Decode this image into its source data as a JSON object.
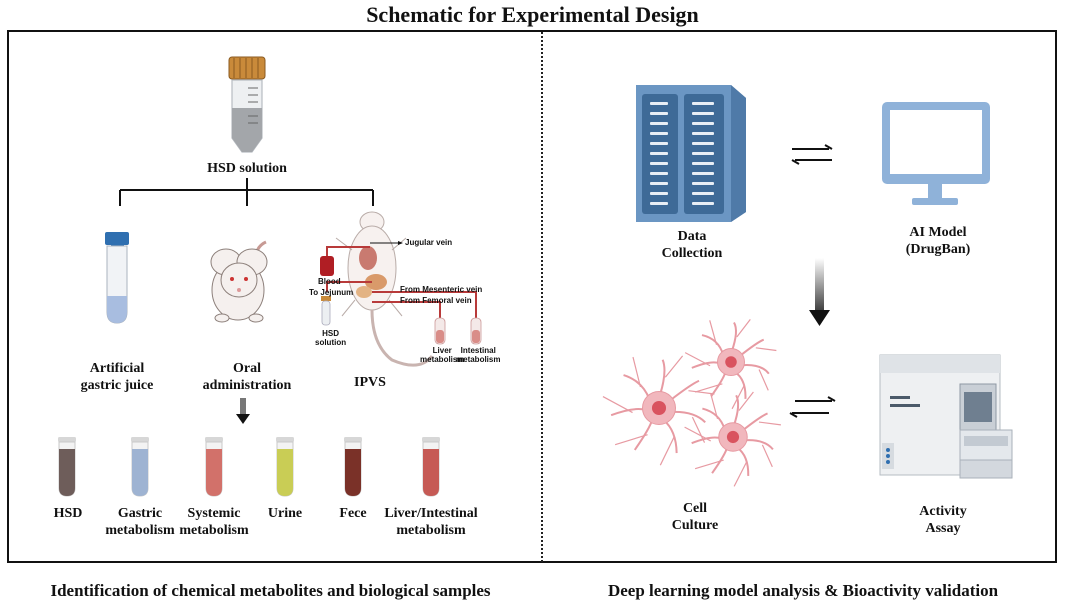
{
  "title": "Schematic for Experimental Design",
  "left": {
    "solution_label": "HSD solution",
    "branches": {
      "gastric": [
        "Artificial",
        "gastric juice"
      ],
      "oral": [
        "Oral",
        "administration"
      ],
      "ipvs": "IPVS"
    },
    "ipvs_labels": {
      "jugular": "Jugular vein",
      "blood": "Blood",
      "jejunum": "To Jejunum",
      "mesenteric": "From Mesenteric vein",
      "femoral": "From Femoral vein",
      "hsd": [
        "HSD",
        "solution"
      ],
      "liver": [
        "Liver",
        "metabolism"
      ],
      "intestinal": [
        "Intestinal",
        "metabolism"
      ]
    },
    "samples": [
      {
        "label": [
          "HSD"
        ],
        "color": "#6e5d5a"
      },
      {
        "label": [
          "Gastric",
          "metabolism"
        ],
        "color": "#9eb3d2"
      },
      {
        "label": [
          "Systemic",
          "metabolism"
        ],
        "color": "#d2716a"
      },
      {
        "label": [
          "Urine"
        ],
        "color": "#c9cd55"
      },
      {
        "label": [
          "Fece"
        ],
        "color": "#7a3128"
      },
      {
        "label": [
          "Liver/Intestinal",
          "metabolism"
        ],
        "color": "#c65a55"
      }
    ],
    "footer": "Identification of chemical metabolites and biological samples"
  },
  "right": {
    "data_collection": [
      "Data",
      "Collection"
    ],
    "ai_model": [
      "AI Model",
      "(DrugBan)"
    ],
    "cell_culture": [
      "Cell",
      "Culture"
    ],
    "activity_assay": [
      "Activity",
      "Assay"
    ],
    "footer": "Deep learning model analysis & Bioactivity validation"
  },
  "colors": {
    "server": "#6b96c3",
    "monitor": "#8fb2d9",
    "neuron": "#f1b7bd",
    "nucleus": "#d9535f",
    "red_line": "#b83a3a"
  }
}
